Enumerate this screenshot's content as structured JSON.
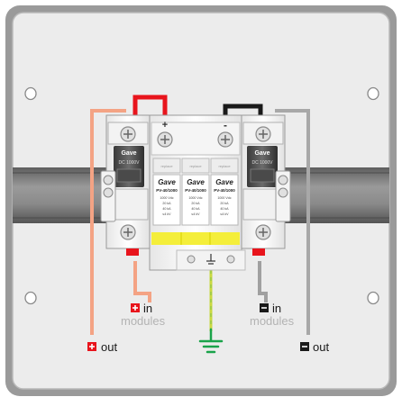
{
  "colors": {
    "positive": "#e8141c",
    "positive_light": "#f4a384",
    "negative": "#1a1a1a",
    "negative_light": "#a0a0a0",
    "ground": "#c9d840",
    "ground_symbol": "#1aa34a",
    "rail": "#7c7c7c",
    "label_grey": "#b3b3b3"
  },
  "icons": {
    "positive": "plus-square-icon",
    "negative": "minus-square-icon",
    "ground": "earth-ground-icon"
  },
  "device": {
    "terminal_plus": "+",
    "terminal_minus": "-",
    "fuse_left_brand": "Gave",
    "fuse_left_rating": "DC 1000V",
    "fuse_right_brand": "Gave",
    "fuse_right_rating": "DC 1000V",
    "spd_modules": [
      {
        "brand": "Gave",
        "model": "PV-40/1000",
        "spec_a": "1000 Vdc",
        "spec_b": "20 kA",
        "spec_c": "40 kA",
        "spec_d": "≤4 kV"
      },
      {
        "brand": "Gave",
        "model": "PV-40/1000",
        "spec_a": "1000 Vdc",
        "spec_b": "20 kA",
        "spec_c": "40 kA",
        "spec_d": "≤4 kV"
      },
      {
        "brand": "Gave",
        "model": "PV-40/1000",
        "spec_a": "1000 Vdc",
        "spec_b": "20 kA",
        "spec_c": "40 kA",
        "spec_d": "≤4 kV"
      }
    ],
    "module_tab_text": "replace"
  },
  "labels": {
    "in_pos_line1": "in",
    "in_pos_line2": "modules",
    "in_neg_line1": "in",
    "in_neg_line2": "modules",
    "out_pos": "out",
    "out_neg": "out"
  }
}
